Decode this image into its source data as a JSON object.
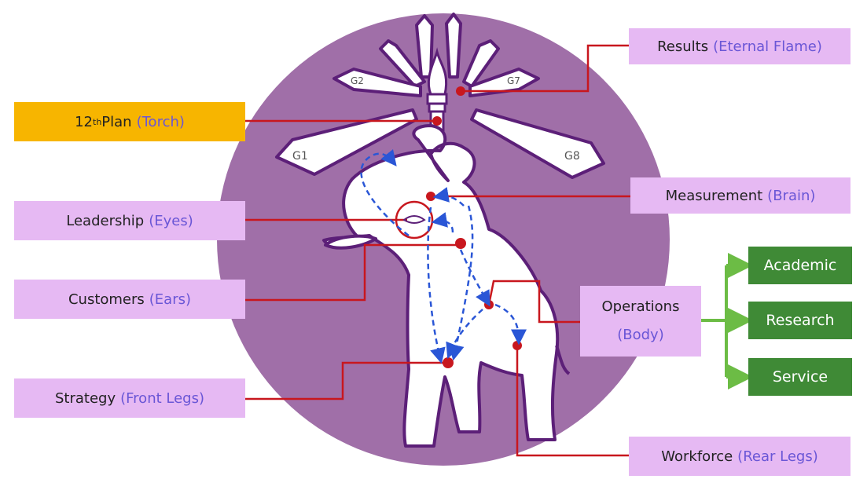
{
  "colors": {
    "circle": "#a06fa8",
    "box": "#e6b9f3",
    "torch_box": "#f7b500",
    "connector": "#c8171e",
    "arrow": "#2a56d6",
    "green_box": "#3f8a36",
    "green_arrow": "#6cbc45",
    "emblem_outline": "#5c1f78"
  },
  "gems": {
    "g1": "G1",
    "g2": "G2",
    "g7": "G7",
    "g8": "G8"
  },
  "labels": {
    "results": {
      "main": "Results",
      "sub": "(Eternal Flame)"
    },
    "plan": {
      "main": "12",
      "sup": "th",
      "main2": " Plan",
      "sub": "(Torch)"
    },
    "measurement": {
      "main": "Measurement",
      "sub": "(Brain)"
    },
    "leadership": {
      "main": "Leadership",
      "sub": "(Eyes)"
    },
    "customers": {
      "main": "Customers",
      "sub": "(Ears)"
    },
    "operations": {
      "main": "Operations",
      "sub": "(Body)"
    },
    "strategy": {
      "main": "Strategy",
      "sub": "(Front Legs)"
    },
    "workforce": {
      "main": "Workforce",
      "sub": "(Rear Legs)"
    }
  },
  "outputs": [
    "Academic",
    "Research",
    "Service"
  ]
}
